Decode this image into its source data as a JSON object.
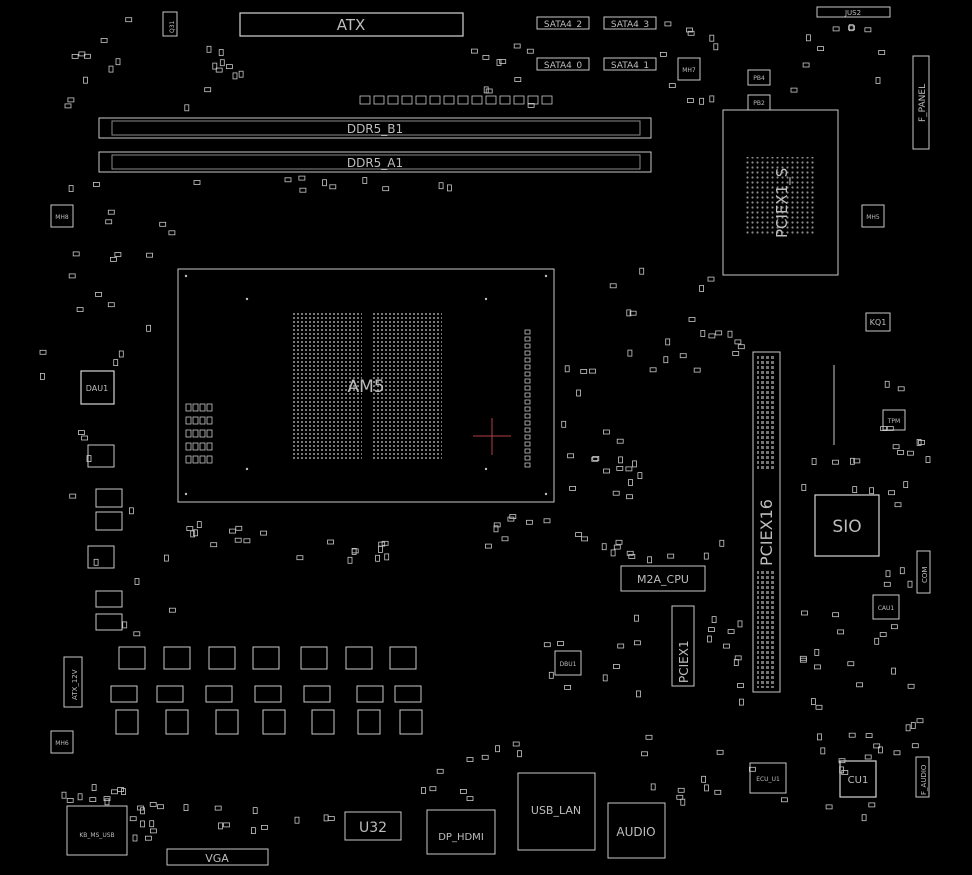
{
  "board": {
    "background": "#000000",
    "trace_color": "#c8c8c8",
    "cross_color": "#b04040"
  },
  "labels": {
    "atx": "ATX",
    "sata4_2": "SATA4_2",
    "sata4_3": "SATA4_3",
    "sata4_0": "SATA4_0",
    "sata4_1": "SATA4_1",
    "ddr5_b1": "DDR5_B1",
    "ddr5_a1": "DDR5_A1",
    "pciex1_s": "PCIEX1_S",
    "f_panel": "F_PANEL",
    "am5": "AM5",
    "dau1": "DAU1",
    "kq1": "KQ1",
    "sio": "SIO",
    "pciex16": "PCIEX16",
    "m2a_cpu": "M2A_CPU",
    "pciex1": "PCIEX1",
    "dbu1": "DBU1",
    "atx_12v": "ATX_12V",
    "kb_ms_usb": "KB_MS_USB",
    "vga": "VGA",
    "u32": "U32",
    "dp_hdmi": "DP_HDMI",
    "usb_lan": "USB_LAN",
    "audio": "AUDIO",
    "cu1": "CU1",
    "ecu_u1": "ECU_U1",
    "cau1": "CAU1",
    "mh8": "MH8",
    "mh5": "MH5",
    "mh6": "MH6",
    "mh7": "MH7",
    "q31": "Q31",
    "pb4": "PB4",
    "pb2": "PB2",
    "tpm": "TPM",
    "com": "COM",
    "f_audio": "F_AUDIO",
    "jus2": "JUS2"
  }
}
